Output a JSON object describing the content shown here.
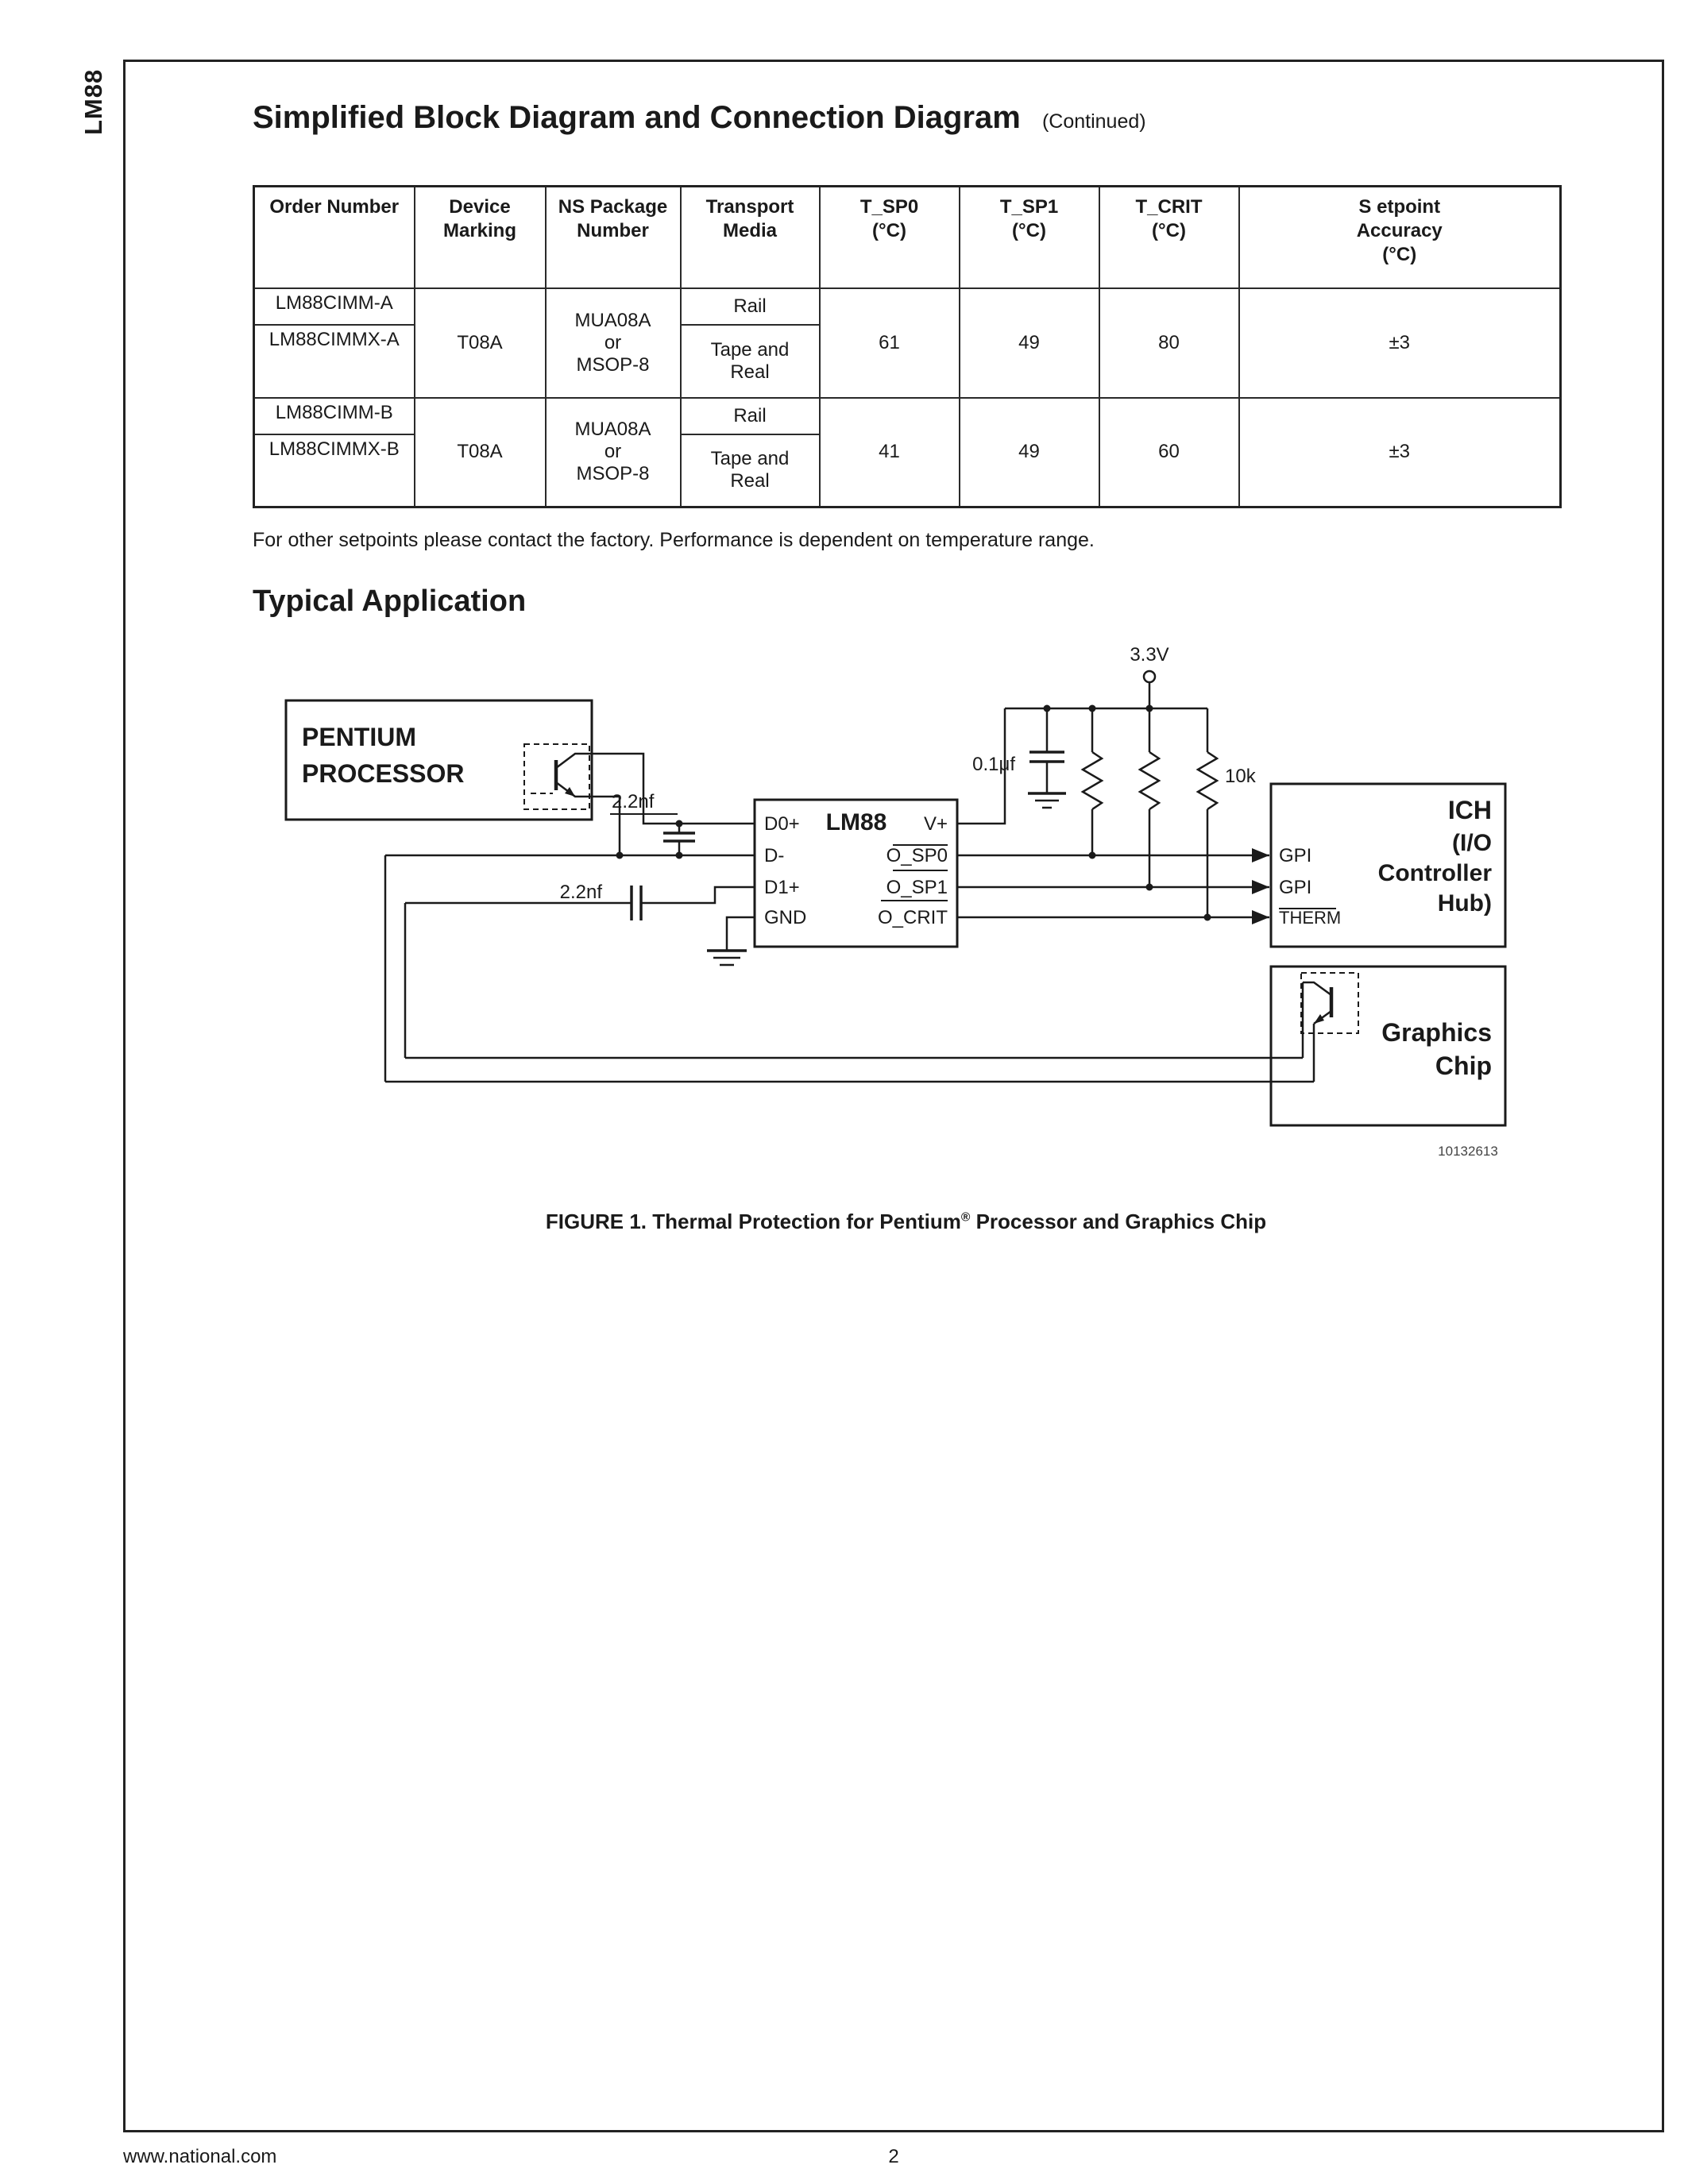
{
  "page": {
    "side_label": "LM88",
    "footer": {
      "website": "www.national.com",
      "page_number": "2"
    }
  },
  "header": {
    "title": "Simplified Block Diagram and Connection Diagram",
    "continued": "(Continued)"
  },
  "table": {
    "headers": [
      [
        "Order Number"
      ],
      [
        "Device",
        "Marking"
      ],
      [
        "NS Package",
        "Number"
      ],
      [
        "Transport",
        "Media"
      ],
      [
        "T_SP0",
        "(°C)"
      ],
      [
        "T_SP1",
        "(°C)"
      ],
      [
        "T_CRIT",
        "(°C)"
      ],
      [
        "S etpoint",
        "Accuracy",
        "(°C)"
      ]
    ],
    "groups": [
      {
        "order1": "LM88CIMM-A",
        "order2": "LM88CIMMX-A",
        "marking": "T08A",
        "package": [
          "MUA08A",
          "or",
          "MSOP-8"
        ],
        "transport1": "Rail",
        "transport2": [
          "Tape and",
          "Real"
        ],
        "t_sp0": "61",
        "t_sp1": "49",
        "t_crit": "80",
        "accuracy": "±3"
      },
      {
        "order1": "LM88CIMM-B",
        "order2": "LM88CIMMX-B",
        "marking": "T08A",
        "package": [
          "MUA08A",
          "or",
          "MSOP-8"
        ],
        "transport1": "Rail",
        "transport2": [
          "Tape and",
          "Real"
        ],
        "t_sp0": "41",
        "t_sp1": "49",
        "t_crit": "60",
        "accuracy": "±3"
      }
    ],
    "note": "For other setpoints please contact the factory. Performance is dependent on temperature range."
  },
  "application": {
    "heading": "Typical Application",
    "caption_pre": "FIGURE 1. Thermal Protection for Pentium",
    "caption_reg": "®",
    "caption_post": " Processor and Graphics Chip",
    "figure_number": "10132613"
  },
  "diagram": {
    "supply": "3.3V",
    "bypass_cap": "0.1μf",
    "pullup": "10k",
    "filter_cap1": "2.2nf",
    "filter_cap2": "2.2nf",
    "pentium_line1": "PENTIUM",
    "pentium_line2": "PROCESSOR",
    "lm88_title": "LM88",
    "pin_d0p": "D0+",
    "pin_dm": "D-",
    "pin_d1p": "D1+",
    "pin_gnd": "GND",
    "pin_vp": "V+",
    "pin_osp0": "O_SP0",
    "pin_osp1": "O_SP1",
    "pin_ocrit": "O_CRIT",
    "ich_line1": "ICH",
    "ich_line2": "(I/O",
    "ich_line3": "Controller",
    "ich_line4": "Hub)",
    "ich_pin1": "GPI",
    "ich_pin2": "GPI",
    "ich_pin3": "THERM",
    "graphics_line1": "Graphics",
    "graphics_line2": "Chip"
  }
}
